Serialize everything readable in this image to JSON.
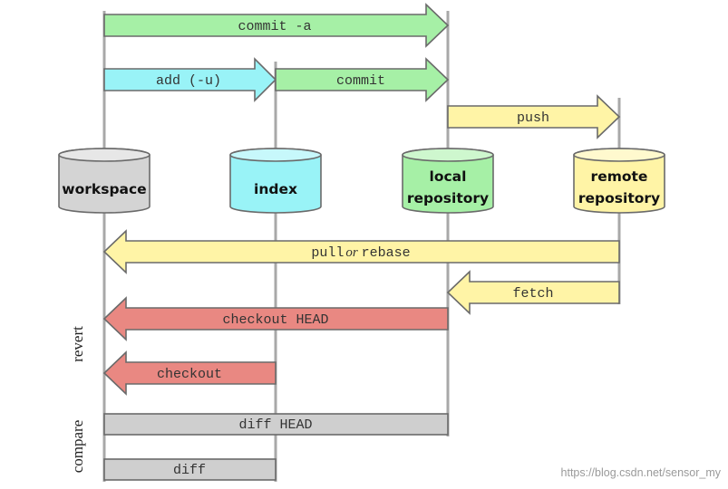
{
  "colors": {
    "green": "#a6f0a6",
    "cyan": "#99f3f7",
    "yellow": "#fff4a6",
    "red": "#e98882",
    "gray": "#cfcfcf",
    "lifeline": "#a8a8a8"
  },
  "stores": {
    "workspace": {
      "line1": "workspace",
      "line2": "",
      "color": "#d4d4d4",
      "icon": "cylinder-icon"
    },
    "index": {
      "line1": "index",
      "line2": "",
      "color": "#99f3f7",
      "icon": "cylinder-icon"
    },
    "local": {
      "line1": "local",
      "line2": "repository",
      "color": "#a6f0a6",
      "icon": "cylinder-icon"
    },
    "remote": {
      "line1": "remote",
      "line2": "repository",
      "color": "#fff4a6",
      "icon": "cylinder-icon"
    }
  },
  "arrows": {
    "commit_a": "commit -a",
    "add": "add (-u)",
    "commit": "commit",
    "push": "push",
    "pull_a": "pull",
    "pull_or": "or",
    "pull_b": "rebase",
    "fetch": "fetch",
    "checkout_head": "checkout HEAD",
    "checkout": "checkout"
  },
  "bars": {
    "diff_head": "diff HEAD",
    "diff": "diff"
  },
  "groups": {
    "revert": "revert",
    "compare": "compare"
  },
  "watermark": "https://blog.csdn.net/sensor_my"
}
